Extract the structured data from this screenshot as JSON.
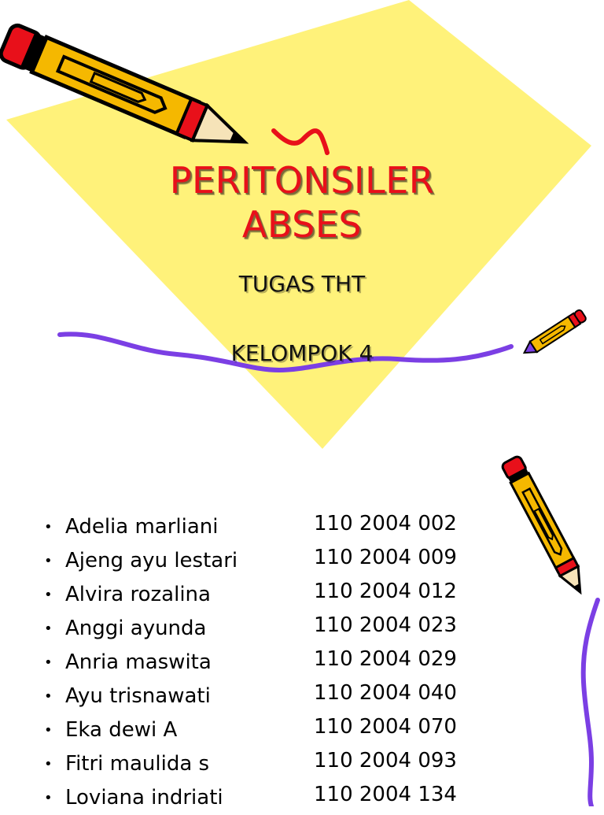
{
  "slide1": {
    "title_line1": "PERITONSILER",
    "title_line2": "ABSES",
    "subtitle_line1": "TUGAS THT",
    "subtitle_line2": "KELOMPOK 4"
  },
  "slide2": {
    "members": [
      {
        "name": "Adelia marliani",
        "nim": "110 2004 002"
      },
      {
        "name": "Ajeng ayu lestari",
        "nim": "110 2004 009"
      },
      {
        "name": "Alvira rozalina",
        "nim": "110 2004 012"
      },
      {
        "name": "Anggi ayunda",
        "nim": "110 2004 023"
      },
      {
        "name": "Anria maswita",
        "nim": "110 2004 029"
      },
      {
        "name": "Ayu trisnawati",
        "nim": "110 2004 040"
      },
      {
        "name": "Eka dewi A",
        "nim": "110 2004 070"
      },
      {
        "name": "Fitri maulida s",
        "nim": "110 2004 093"
      },
      {
        "name": "Loviana indriati",
        "nim": "110 2004 134"
      }
    ]
  },
  "colors": {
    "diamond": "#fff27a",
    "title": "#e8101a",
    "squiggle": "#7b3fe4",
    "pencil_body": "#f5b800",
    "pencil_band": "#e8101a"
  },
  "icons": [
    "pencil-icon",
    "squiggle-line"
  ]
}
